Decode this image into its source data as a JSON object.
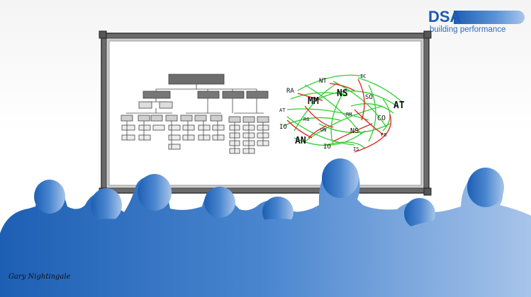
{
  "logo": {
    "brand": "DSA",
    "tagline": "building performance"
  },
  "signature": "Gary Nightingale",
  "network": {
    "labels": [
      "NT",
      "IC",
      "RA",
      "NS",
      "SO",
      "MM",
      "AT",
      "RM",
      "AT",
      "RG",
      "CO",
      "IO",
      "UN",
      "NS",
      "FO",
      "AN",
      "IO",
      "IS"
    ]
  },
  "colors": {
    "brand_blue": "#1b5bb0",
    "board_frame": "#5a5a5a",
    "edge_green": "#33cc33",
    "edge_red": "#dd2222",
    "org_box_dark": "#6d6d6d",
    "org_box_light": "#d8d8d8",
    "silhouette_dark": "#1d5fb4",
    "silhouette_light": "#8eb3e3"
  }
}
